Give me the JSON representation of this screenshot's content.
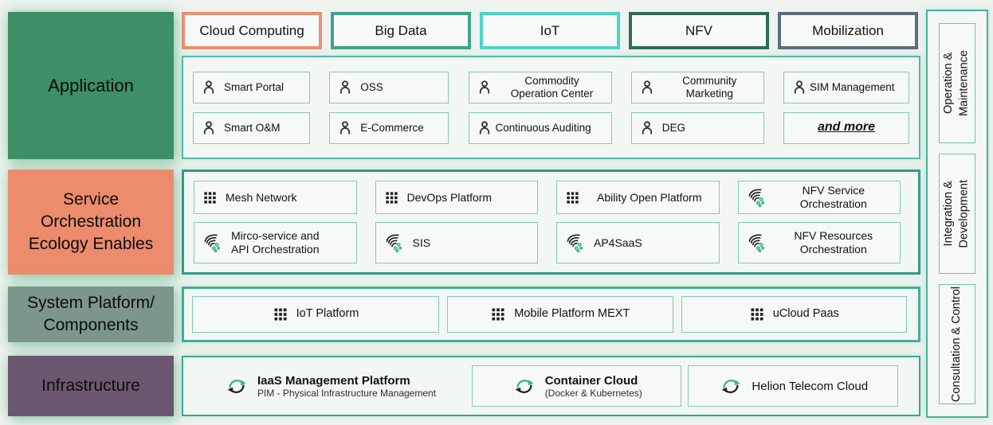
{
  "left_sections": [
    {
      "label": "Application",
      "color": "#3E8E68"
    },
    {
      "label": "Service\nOrchestration\nEcology Enables",
      "color": "#EC8C6C"
    },
    {
      "label": "System Platform/\nComponents",
      "color": "#7D968B"
    },
    {
      "label": "Infrastructure",
      "color": "#6B5870"
    }
  ],
  "top_tabs": [
    {
      "label": "Cloud Computing",
      "border": "#EC8F70"
    },
    {
      "label": "Big Data",
      "border": "#41A38D"
    },
    {
      "label": "IoT",
      "border": "#4FD4C4"
    },
    {
      "label": "NFV",
      "border": "#2F6B54"
    },
    {
      "label": "Mobilization",
      "border": "#5D6C79"
    }
  ],
  "application": {
    "row1": [
      {
        "label": "Smart Portal",
        "icon": "person-icon"
      },
      {
        "label": "OSS",
        "icon": "person-icon"
      },
      {
        "label": "Commodity\nOperation Center",
        "icon": "person-icon"
      },
      {
        "label": "Community\nMarketing",
        "icon": "person-icon"
      },
      {
        "label": "SIM Management",
        "icon": "person-icon"
      }
    ],
    "row2": [
      {
        "label": "Smart O&M",
        "icon": "person-icon"
      },
      {
        "label": "E-Commerce",
        "icon": "person-icon"
      },
      {
        "label": "Continuous Auditing",
        "icon": "person-icon"
      },
      {
        "label": "DEG",
        "icon": "person-icon"
      },
      {
        "label": "and more",
        "icon": ""
      }
    ]
  },
  "orchestration": {
    "row1": [
      {
        "label": "Mesh Network",
        "icon": "grid-icon"
      },
      {
        "label": "DevOps Platform",
        "icon": "grid-icon"
      },
      {
        "label": "Ability Open Platform",
        "icon": "grid-icon"
      },
      {
        "label": "NFV Service\nOrchestration",
        "icon": "orchestration-icon"
      }
    ],
    "row2": [
      {
        "label": "Mirco-service and\nAPI Orchestration",
        "icon": "orchestration-icon"
      },
      {
        "label": "SIS",
        "icon": "orchestration-icon"
      },
      {
        "label": "AP4SaaS",
        "icon": "orchestration-icon"
      },
      {
        "label": "NFV Resources\nOrchestration",
        "icon": "orchestration-icon"
      }
    ]
  },
  "system_platform": {
    "items": [
      {
        "label": "IoT Platform",
        "icon": "grid-icon"
      },
      {
        "label": "Mobile Platform MEXT",
        "icon": "grid-icon"
      },
      {
        "label": "uCloud Paas",
        "icon": "grid-icon"
      }
    ]
  },
  "infrastructure": {
    "items": [
      {
        "title": "IaaS Management Platform",
        "subtitle": "PIM - Physical Infrastructure Management",
        "icon": "cloud-sync-icon"
      },
      {
        "title": "Container Cloud",
        "subtitle": "(Docker & Kubernetes)",
        "icon": "cloud-sync-icon"
      },
      {
        "title": "Helion Telecom Cloud",
        "subtitle": "",
        "icon": "cloud-sync-icon"
      }
    ]
  },
  "right_rail": {
    "items": [
      {
        "label": "Operation &\nMaintenance"
      },
      {
        "label": "Integration &\nDevelopment"
      },
      {
        "label": "Consultation & Control"
      }
    ]
  },
  "colors": {
    "container_border": "#3FAE9B",
    "icon_green": "#2EB58C",
    "icon_dark": "#222222"
  }
}
